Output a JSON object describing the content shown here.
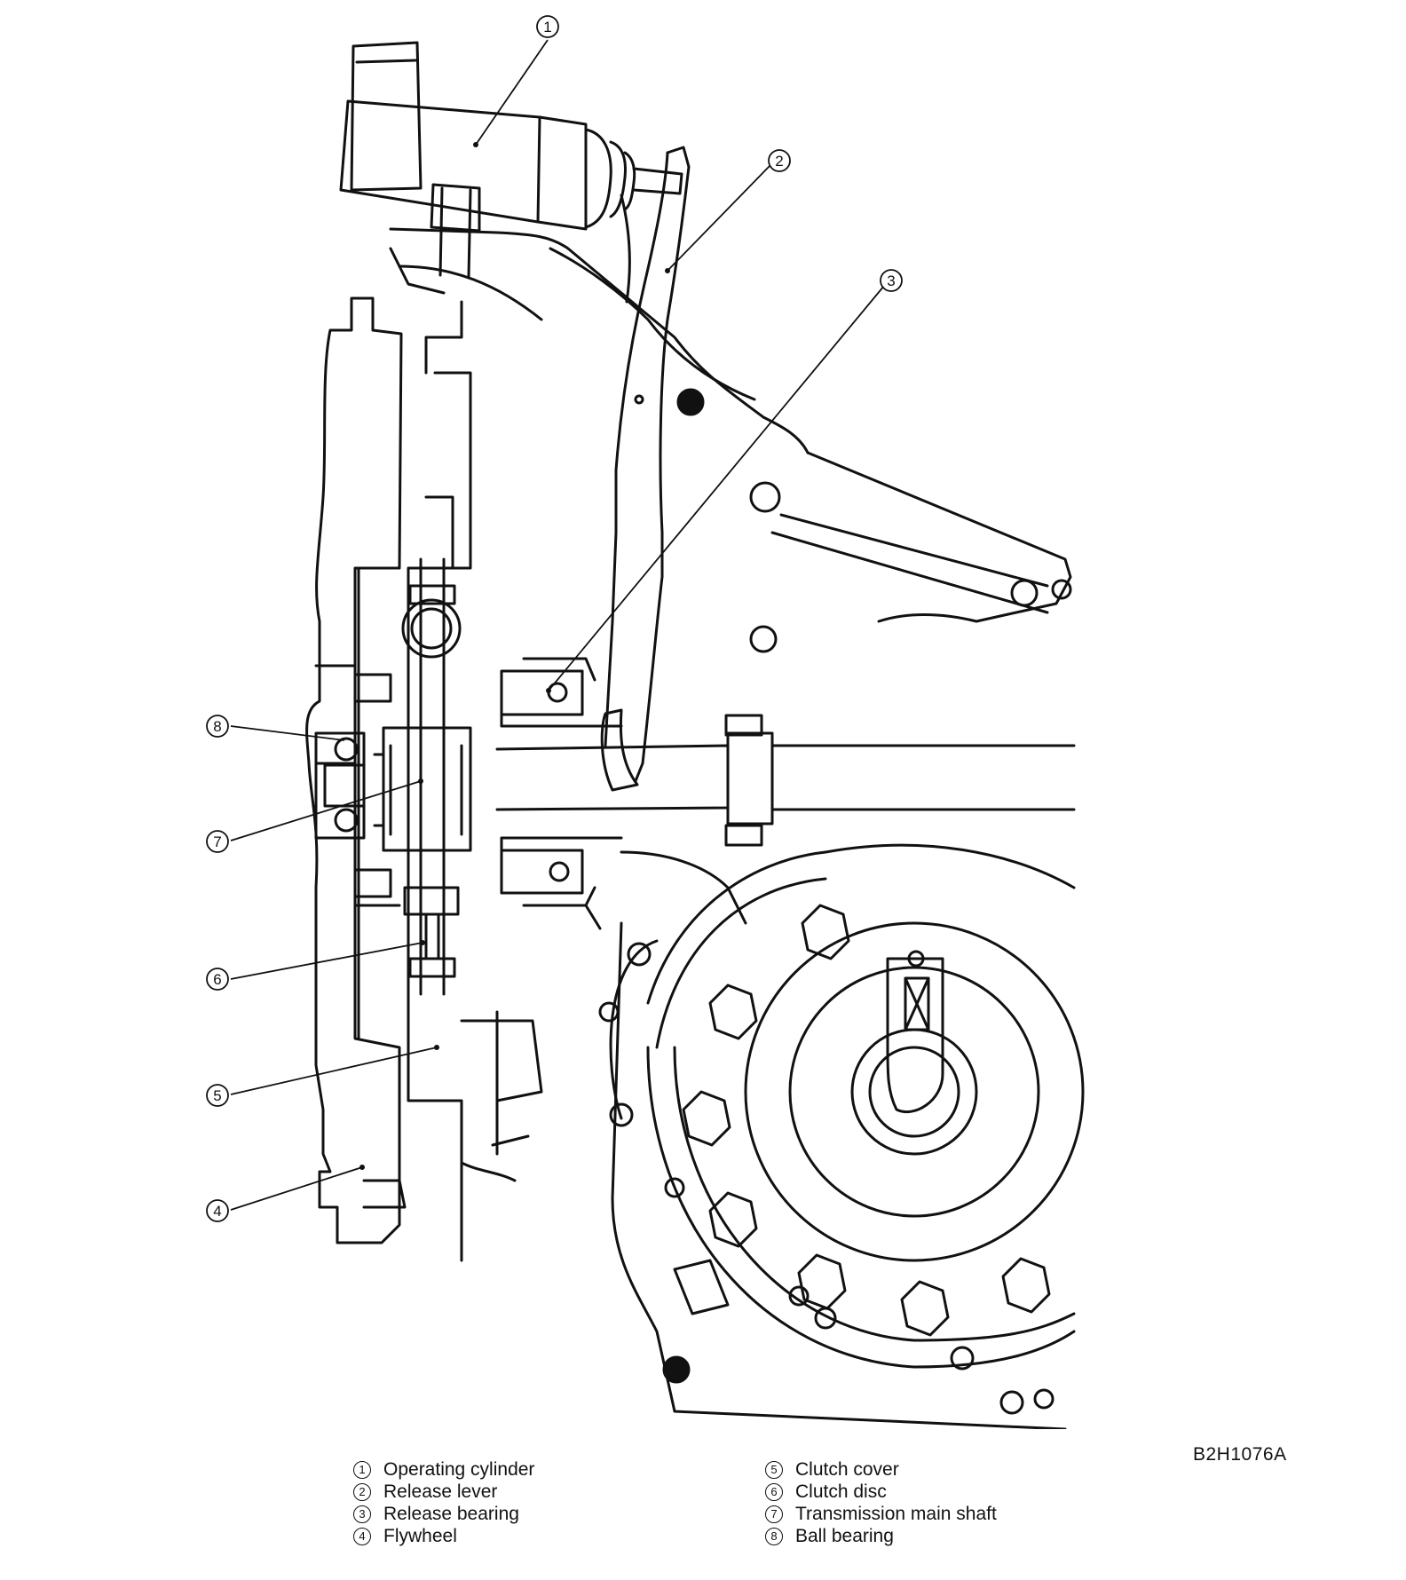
{
  "drawing_code": "B2H1076A",
  "parts": [
    {
      "num": "1",
      "name": "Operating cylinder"
    },
    {
      "num": "2",
      "name": "Release lever"
    },
    {
      "num": "3",
      "name": "Release bearing"
    },
    {
      "num": "4",
      "name": "Flywheel"
    },
    {
      "num": "5",
      "name": "Clutch cover"
    },
    {
      "num": "6",
      "name": "Clutch disc"
    },
    {
      "num": "7",
      "name": "Transmission main shaft"
    },
    {
      "num": "8",
      "name": "Ball bearing"
    }
  ],
  "colors": {
    "ink": "#111111",
    "paper": "#ffffff"
  }
}
